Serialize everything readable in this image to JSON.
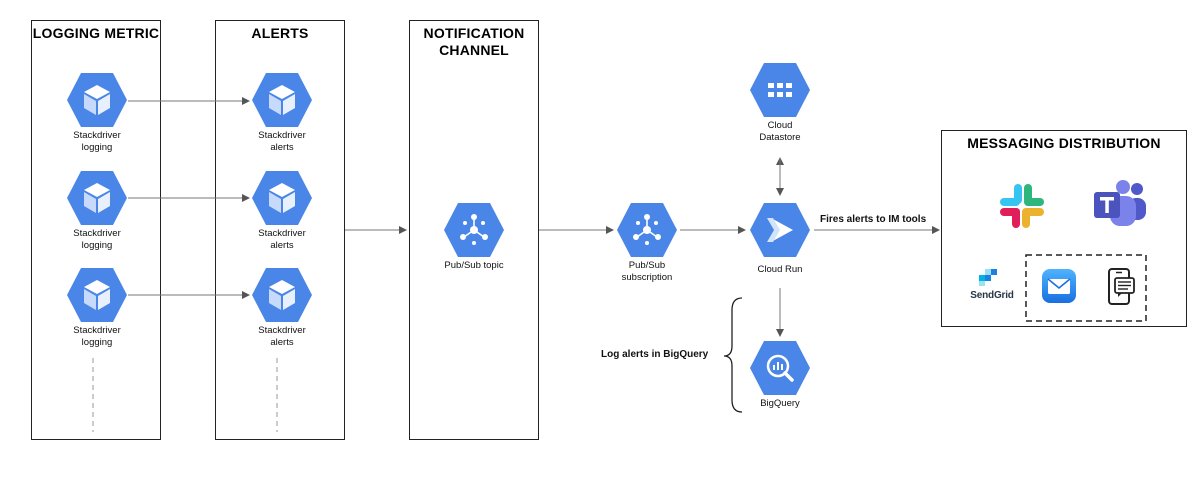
{
  "colors": {
    "gcp_blue": "#4a86e8",
    "gcp_blue_dark": "#3b78e7",
    "line": "#666666",
    "slack_red": "#e01e5a",
    "slack_yellow": "#ecb22e",
    "slack_green": "#2eb67d",
    "slack_blue": "#36c5f0",
    "teams_purple": "#5059c9",
    "teams_dark": "#4b53bc",
    "sendgrid_blue": "#1a82e2",
    "mail_blue": "#1e88e5"
  },
  "columns": {
    "logging_metric": {
      "title": "LOGGING METRIC",
      "nodes": [
        {
          "label": "Stackdriver\nlogging",
          "icon": "cube-icon"
        },
        {
          "label": "Stackdriver\nlogging",
          "icon": "cube-icon"
        },
        {
          "label": "Stackdriver\nlogging",
          "icon": "cube-icon"
        }
      ]
    },
    "alerts": {
      "title": "ALERTS",
      "nodes": [
        {
          "label": "Stackdriver\nalerts",
          "icon": "cube-icon"
        },
        {
          "label": "Stackdriver\nalerts",
          "icon": "cube-icon"
        },
        {
          "label": "Stackdriver\nalerts",
          "icon": "cube-icon"
        }
      ]
    },
    "notification_channel": {
      "title": "NOTIFICATION\nCHANNEL",
      "node": {
        "label": "Pub/Sub topic",
        "icon": "pubsub-icon"
      }
    }
  },
  "services": {
    "pubsub_subscription": {
      "label": "Pub/Sub\nsubscription",
      "icon": "pubsub-icon"
    },
    "cloud_run": {
      "label": "Cloud Run",
      "icon": "cloud-run-icon"
    },
    "cloud_datastore": {
      "label": "Cloud\nDatastore",
      "icon": "datastore-icon"
    },
    "bigquery": {
      "label": "BigQuery",
      "icon": "bigquery-icon"
    }
  },
  "annotations": {
    "fires_alerts": "Fires alerts to IM tools",
    "log_alerts": "Log alerts in BigQuery"
  },
  "messaging": {
    "title": "MESSAGING DISTRIBUTION",
    "sendgrid_label": "SendGrid",
    "logos": [
      "slack-logo",
      "teams-logo",
      "sendgrid-logo",
      "mail-icon",
      "phone-sms-icon"
    ]
  }
}
